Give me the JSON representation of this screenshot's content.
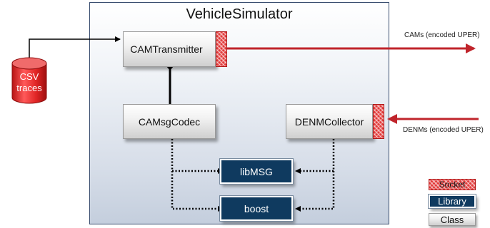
{
  "container": {
    "title": "VehicleSimulator"
  },
  "classes": {
    "cam_transmitter": "CAMTransmitter",
    "cam_codec": "CAMsgCodec",
    "denm_collector": "DENMCollector"
  },
  "libraries": {
    "libmsg": "libMSG",
    "boost": "boost"
  },
  "external": {
    "csv_traces_line1": "CSV",
    "csv_traces_line2": "traces",
    "cams_out": "CAMs (encoded UPER)",
    "denms_in": "DENMs (encoded UPER)"
  },
  "legend": {
    "socket": "Socket",
    "library": "Library",
    "class": "Class"
  },
  "colors": {
    "socket_red": "#e23a3a",
    "arrow_red": "#c0242b",
    "library_navy": "#0f3a5f",
    "container_border": "#3b4f70"
  }
}
